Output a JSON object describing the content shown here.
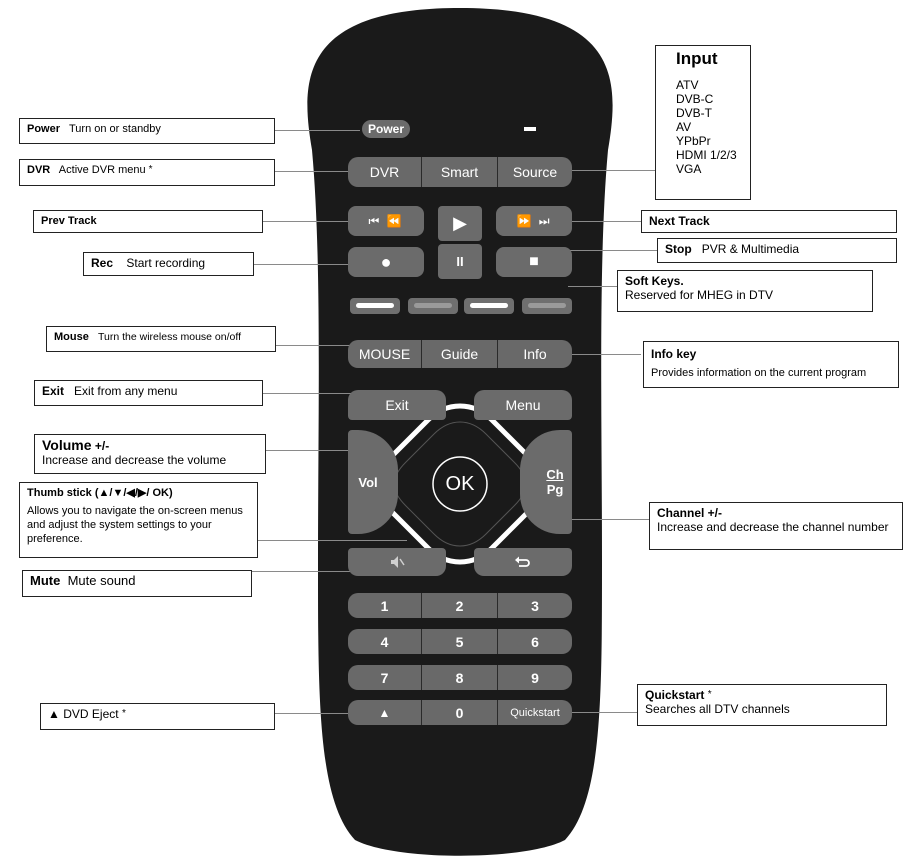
{
  "colors": {
    "remote_body": "#1a1a1a",
    "button": "#6b6b6b",
    "soft_light": "#ffffff",
    "soft_mid": "#9a9a9a"
  },
  "remote": {
    "power_label": "Power",
    "row1": [
      "DVR",
      "Smart",
      "Source"
    ],
    "row_media_rec": "●",
    "row_media_pause": "II",
    "row_media_stop": "■",
    "row_prev_icons": "⏮ ⏪",
    "row_next_icons": "⏩ ⏭",
    "play_icon": "▶",
    "row_nav": [
      "MOUSE",
      "Guide",
      "Info"
    ],
    "exit_label": "Exit",
    "menu_label": "Menu",
    "vol_label": "Vol",
    "ok_label": "OK",
    "ch_label": "Ch",
    "pg_label": "Pg",
    "mute_icon": "speaker-mute-icon",
    "back_icon": "return-icon",
    "digits": [
      [
        "1",
        "2",
        "3"
      ],
      [
        "4",
        "5",
        "6"
      ],
      [
        "7",
        "8",
        "9"
      ]
    ],
    "eject_icon": "▲",
    "zero": "0",
    "quickstart": "Quickstart"
  },
  "labels": {
    "power": {
      "key": "Power",
      "desc": "Turn on or standby"
    },
    "dvr": {
      "key": "DVR",
      "desc": "Active DVR menu",
      "star": "*"
    },
    "prev": {
      "key": "Prev Track"
    },
    "rec": {
      "key": "Rec",
      "desc": "Start recording"
    },
    "mouse": {
      "key": "Mouse",
      "desc": "Turn the wireless mouse on/off"
    },
    "exit": {
      "key": "Exit",
      "desc": "Exit from any menu"
    },
    "volume": {
      "key": "Volume",
      "suffix": "+/-",
      "desc": "Increase and decrease the volume"
    },
    "thumb": {
      "key": "Thumb stick (▲/▼/◀/▶/ OK)",
      "desc": "Allows you to navigate the on-screen menus and adjust the system settings to your preference."
    },
    "mute": {
      "key": "Mute",
      "desc": "Mute sound"
    },
    "eject": {
      "key": "▲",
      "desc": "DVD Eject",
      "star": "*"
    },
    "input": {
      "title": "Input",
      "items": [
        "ATV",
        "DVB-C",
        "DVB-T",
        "AV",
        "YPbPr",
        "HDMI 1/2/3",
        "VGA"
      ]
    },
    "next": {
      "key": "Next Track"
    },
    "stop": {
      "key": "Stop",
      "desc": "PVR & Multimedia"
    },
    "soft": {
      "key": "Soft Keys.",
      "desc": "Reserved for MHEG in DTV"
    },
    "info": {
      "key": "Info key",
      "desc": "Provides information on the current program"
    },
    "channel": {
      "key": "Channel +/-",
      "desc": "Increase and decrease the channel number"
    },
    "quickstart": {
      "key": "Quickstart",
      "star": "*",
      "desc": "Searches all DTV channels"
    }
  }
}
